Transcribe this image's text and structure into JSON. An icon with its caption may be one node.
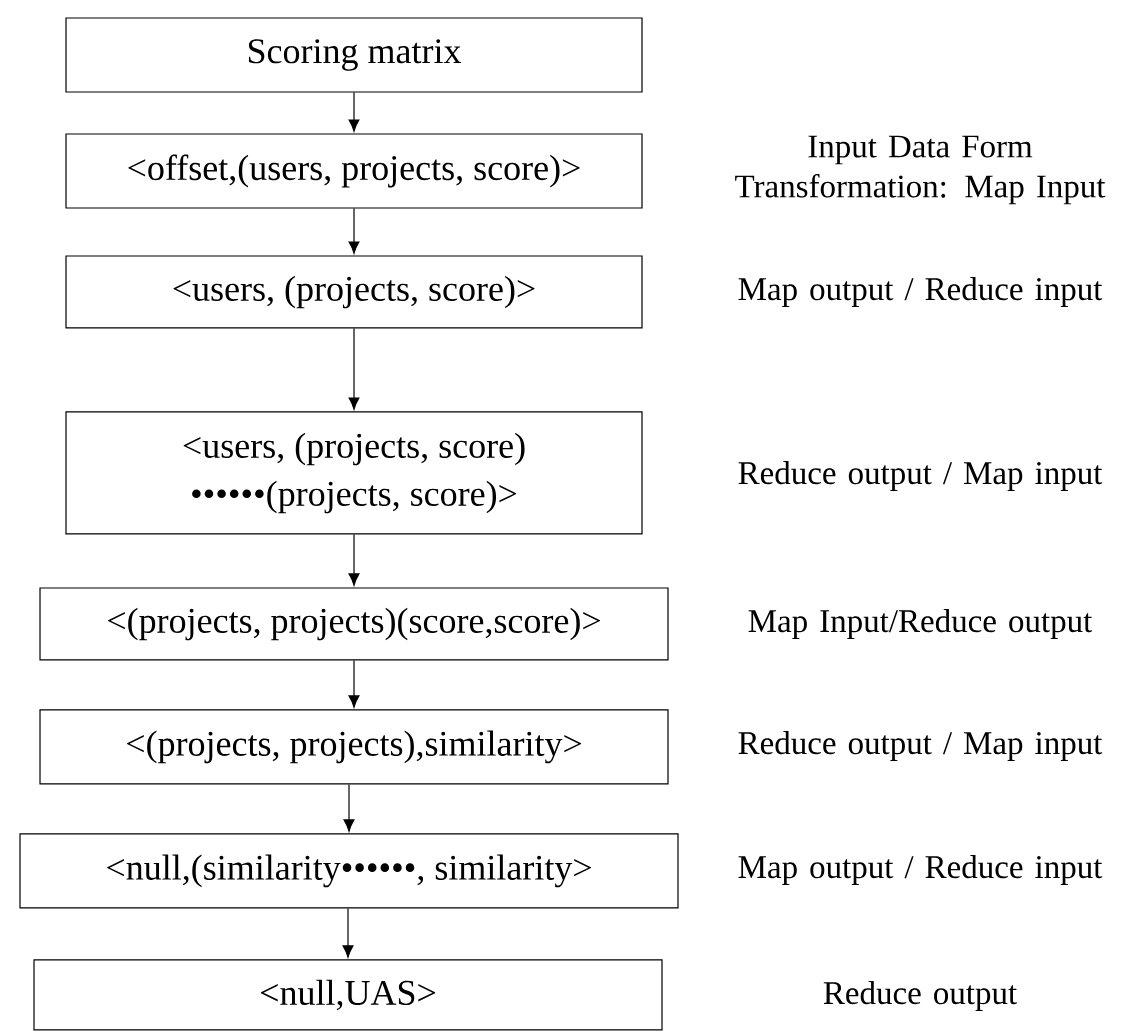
{
  "diagram": {
    "nodes": [
      {
        "text": [
          "Scoring matrix"
        ]
      },
      {
        "text": [
          "<offset,(users, projects, score)>"
        ]
      },
      {
        "text": [
          "<users, (projects, score)>"
        ]
      },
      {
        "text": [
          "<users, (projects, score) ••••••(projects, score)>"
        ]
      },
      {
        "text": [
          "<(projects, projects)(score,score)>"
        ]
      },
      {
        "text": [
          "<(projects, projects),similarity>"
        ]
      },
      {
        "text": [
          "<null,(similarity••••••, similarity>"
        ]
      },
      {
        "text": [
          "<null,UAS>"
        ]
      }
    ],
    "edges": [
      {
        "from": 0,
        "to": 1,
        "arrow": "to"
      },
      {
        "from": 1,
        "to": 2,
        "arrow": "to"
      },
      {
        "from": 2,
        "to": 3,
        "arrow": "to"
      },
      {
        "from": 3,
        "to": 4,
        "arrow": "to"
      },
      {
        "from": 4,
        "to": 5,
        "arrow": "to"
      },
      {
        "from": 5,
        "to": 6,
        "arrow": "to"
      },
      {
        "from": 6,
        "to": 7,
        "arrow": "to"
      }
    ],
    "labels": [
      "Input Data Form Transformation: Map Input",
      "Map output / Reduce input",
      "Reduce output / Map input",
      "Map Input/Reduce output",
      "Reduce output / Map input",
      "Map output / Reduce input",
      "Reduce output"
    ]
  }
}
